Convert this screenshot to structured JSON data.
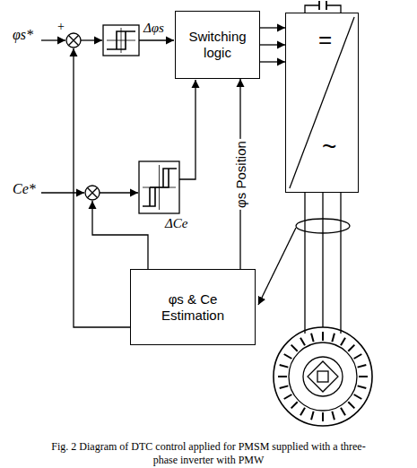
{
  "diagram": {
    "caption": "Fig. 2 Diagram of DTC control applied for PMSM supplied with a three-phase inverter with PMW",
    "nodes": [
      {
        "text": [
          "Switching logic"
        ]
      },
      {
        "text": [
          "=",
          "~"
        ]
      },
      {
        "text": [
          "φs & Ce Estimation"
        ]
      }
    ],
    "edges": [
      {
        "from": 0,
        "to": 1,
        "arrow": "to"
      },
      {
        "from": 0,
        "to": 1,
        "arrow": "to"
      },
      {
        "from": 0,
        "to": 1,
        "arrow": "to"
      },
      {
        "from": 2,
        "to": 0,
        "arrow": "to",
        "label": "φs Position"
      }
    ],
    "labels": [
      "φs*",
      "+",
      "Δφs",
      "Ce*",
      "ΔCe"
    ]
  }
}
